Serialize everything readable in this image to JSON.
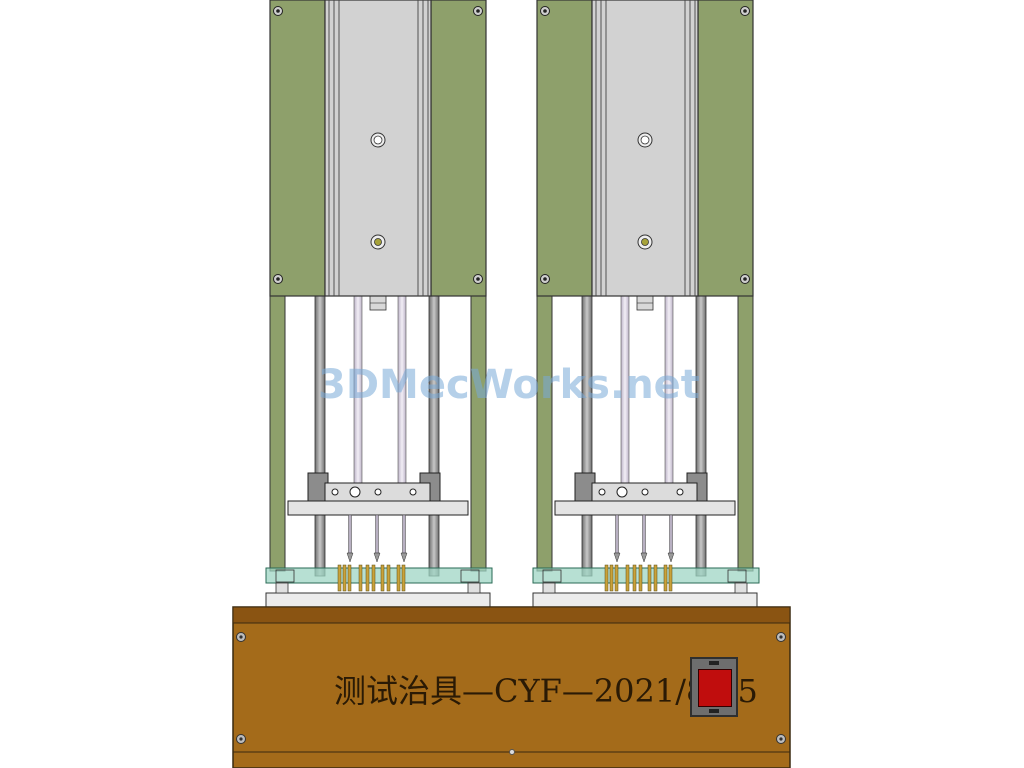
{
  "watermark": "3DMecWorks.net",
  "base": {
    "label": "测试治具—CYF—2021/8/15",
    "color": "#a46b1a",
    "edge_color": "#8a5412"
  },
  "colors": {
    "cylinder_side": "#8ea06b",
    "cylinder_body": "#d2d2d2",
    "frame_post": "#8ea06b",
    "rod": "#9a9a9a",
    "glass_plate": "#9fd6c4",
    "pins": "#c9a23a",
    "switch_rocker": "#c00d0d"
  },
  "icons": {
    "switch": "rocker-switch-icon"
  },
  "units": [
    "left",
    "right"
  ]
}
